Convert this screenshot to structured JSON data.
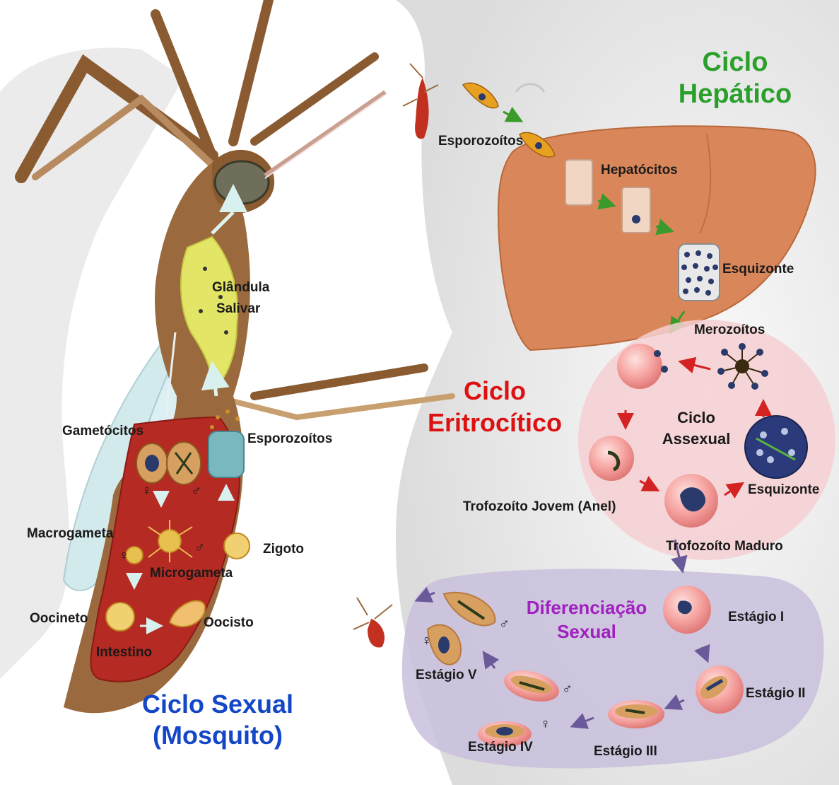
{
  "titles": {
    "hepatic_line1": "Ciclo",
    "hepatic_line2": "Hepático",
    "erythro_line1": "Ciclo",
    "erythro_line2": "Eritrocítico",
    "sexual_line1": "Ciclo Sexual",
    "sexual_line2": "(Mosquito)",
    "diff_line1": "Diferenciação",
    "diff_line2": "Sexual",
    "asexual_line1": "Ciclo",
    "asexual_line2": "Assexual"
  },
  "labels": {
    "esporozoitos_human": "Esporozoítos",
    "hepatocitos": "Hepatócitos",
    "esquizonte_liver": "Esquizonte",
    "merozoitos": "Merozoítos",
    "esquizonte_blood": "Esquizonte",
    "trofozoito_jovem": "Trofozoíto Jovem (Anel)",
    "trofozoito_maduro": "Trofozoíto Maduro",
    "estagio_1": "Estágio I",
    "estagio_2": "Estágio II",
    "estagio_3": "Estágio III",
    "estagio_4": "Estágio IV",
    "estagio_5": "Estágio V",
    "glandula_1": "Glândula",
    "glandula_2": "Salivar",
    "gametocitos": "Gametócitos",
    "esporozoitos_mosq": "Esporozoítos",
    "macrogameta": "Macrogameta",
    "microgameta": "Microgameta",
    "zigoto": "Zigoto",
    "oocineto": "Oocineto",
    "oocisto": "Oocisto",
    "intestino": "Intestino"
  },
  "symbols": {
    "female": "♀",
    "male": "♂"
  },
  "colors": {
    "hepatic_title": "#2aa02a",
    "erythro_title": "#dd1111",
    "sexual_title": "#1446c8",
    "diff_title": "#a020c0",
    "liver": "#d9875a",
    "mosquito_body": "#9a6a3e",
    "gut": "#b52a22",
    "rbc": "#f6a8a8",
    "blood_zone": "#f6cfd2",
    "sexual_zone": "#c8bfdc"
  }
}
